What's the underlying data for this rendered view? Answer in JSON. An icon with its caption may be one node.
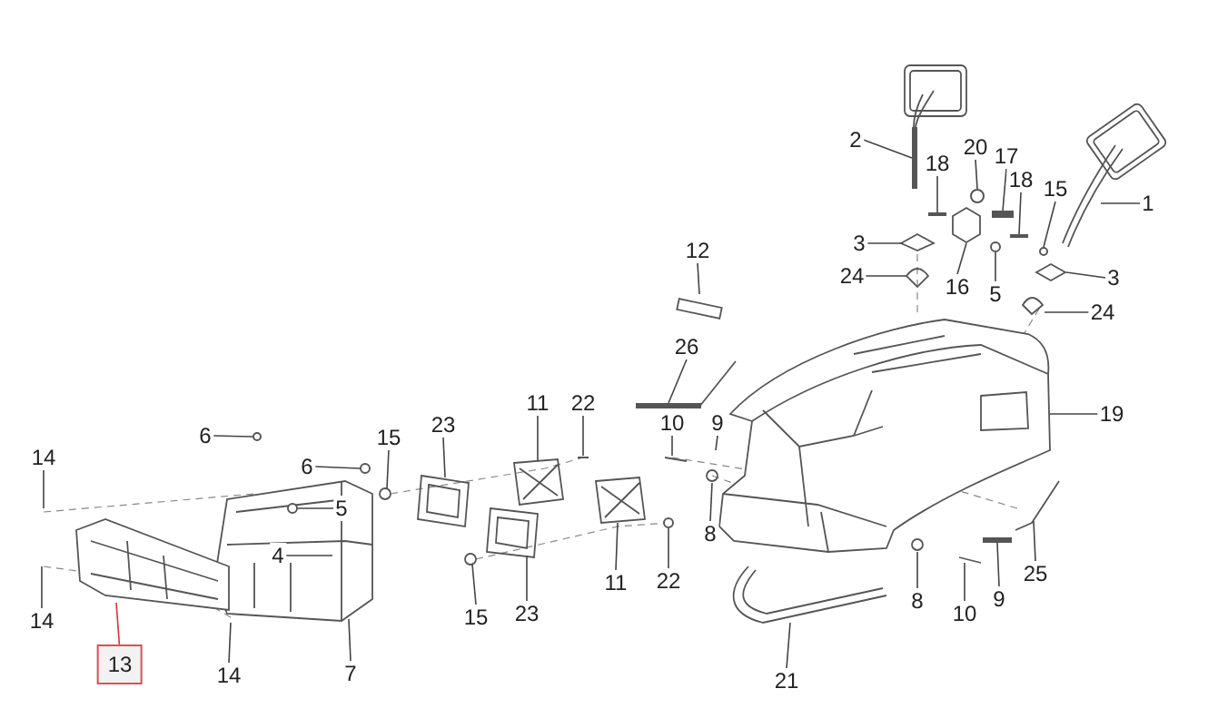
{
  "diagram": {
    "nodes": [
      {
        "text": [
          "2"
        ]
      },
      {
        "text": [
          "1"
        ]
      },
      {
        "text": [
          "20"
        ]
      },
      {
        "text": [
          "17"
        ]
      },
      {
        "text": [
          "18"
        ]
      },
      {
        "text": [
          "18"
        ]
      },
      {
        "text": [
          "15"
        ]
      },
      {
        "text": [
          "3"
        ]
      },
      {
        "text": [
          "16"
        ]
      },
      {
        "text": [
          "5"
        ]
      },
      {
        "text": [
          "3"
        ]
      },
      {
        "text": [
          "24"
        ]
      },
      {
        "text": [
          "24"
        ]
      },
      {
        "text": [
          "12"
        ]
      },
      {
        "text": [
          "26"
        ]
      },
      {
        "text": [
          "19"
        ]
      },
      {
        "text": [
          "10"
        ]
      },
      {
        "text": [
          "9"
        ]
      },
      {
        "text": [
          "8"
        ]
      },
      {
        "text": [
          "25"
        ]
      },
      {
        "text": [
          "8"
        ]
      },
      {
        "text": [
          "10"
        ]
      },
      {
        "text": [
          "9"
        ]
      },
      {
        "text": [
          "21"
        ]
      },
      {
        "text": [
          "11"
        ]
      },
      {
        "text": [
          "22"
        ]
      },
      {
        "text": [
          "23"
        ]
      },
      {
        "text": [
          "15"
        ]
      },
      {
        "text": [
          "15"
        ]
      },
      {
        "text": [
          "23"
        ]
      },
      {
        "text": [
          "11"
        ]
      },
      {
        "text": [
          "22"
        ]
      },
      {
        "text": [
          "6"
        ]
      },
      {
        "text": [
          "6"
        ]
      },
      {
        "text": [
          "5"
        ]
      },
      {
        "text": [
          "4"
        ]
      },
      {
        "text": [
          "7"
        ]
      },
      {
        "text": [
          "14"
        ]
      },
      {
        "text": [
          "14"
        ]
      },
      {
        "text": [
          "14"
        ]
      },
      {
        "text": [
          "13"
        ]
      },
      {
        "text": [],
        "shape": "bar"
      },
      {
        "text": [],
        "shape": "bar"
      },
      {
        "text": [],
        "shape": "diamond"
      },
      {
        "text": [],
        "shape": "bar"
      },
      {
        "text": [],
        "shape": "bar"
      },
      {
        "text": [],
        "shape": "circle"
      },
      {
        "text": [],
        "shape": "circle"
      },
      {
        "text": [],
        "shape": "circle"
      },
      {
        "text": [],
        "shape": "circle"
      },
      {
        "text": [],
        "shape": "bar"
      },
      {
        "text": [],
        "shape": "bar"
      },
      {
        "text": [],
        "shape": "circle"
      },
      {
        "text": [],
        "shape": "circle"
      },
      {
        "text": [],
        "shape": "hexagon"
      },
      {
        "text": [],
        "shape": "circle"
      }
    ],
    "edges": [
      {
        "from": 0,
        "to": 41,
        "arrow": "none"
      },
      {
        "from": 1,
        "to": null,
        "arrow": "none"
      },
      {
        "from": 2,
        "to": 49,
        "arrow": "none"
      },
      {
        "from": 3,
        "to": 42,
        "arrow": "none"
      },
      {
        "from": 4,
        "to": 50,
        "arrow": "none"
      },
      {
        "from": 5,
        "to": 51,
        "arrow": "none"
      },
      {
        "from": 6,
        "to": 52,
        "arrow": "none"
      },
      {
        "from": 7,
        "to": null,
        "arrow": "none"
      },
      {
        "from": 8,
        "to": 54,
        "arrow": "none"
      },
      {
        "from": 9,
        "to": 53,
        "arrow": "none"
      },
      {
        "from": 10,
        "to": 43,
        "arrow": "none"
      },
      {
        "from": 11,
        "to": null,
        "arrow": "none"
      },
      {
        "from": 12,
        "to": null,
        "arrow": "none"
      },
      {
        "from": 13,
        "to": null,
        "arrow": "none"
      },
      {
        "from": 14,
        "to": 44,
        "arrow": "none"
      },
      {
        "from": 15,
        "to": null,
        "arrow": "none"
      },
      {
        "from": 16,
        "to": null,
        "arrow": "none"
      },
      {
        "from": 17,
        "to": null,
        "arrow": "none"
      },
      {
        "from": 18,
        "to": null,
        "arrow": "none"
      },
      {
        "from": 19,
        "to": null,
        "arrow": "none"
      },
      {
        "from": 20,
        "to": null,
        "arrow": "none"
      },
      {
        "from": 21,
        "to": null,
        "arrow": "none"
      },
      {
        "from": 22,
        "to": 45,
        "arrow": "none"
      },
      {
        "from": 23,
        "to": null,
        "arrow": "none"
      },
      {
        "from": 24,
        "to": null,
        "arrow": "none"
      },
      {
        "from": 25,
        "to": null,
        "arrow": "none"
      },
      {
        "from": 26,
        "to": null,
        "arrow": "none"
      },
      {
        "from": 27,
        "to": null,
        "arrow": "none"
      },
      {
        "from": 28,
        "to": null,
        "arrow": "none"
      },
      {
        "from": 29,
        "to": null,
        "arrow": "none"
      },
      {
        "from": 30,
        "to": null,
        "arrow": "none"
      },
      {
        "from": 31,
        "to": 46,
        "arrow": "none"
      },
      {
        "from": 32,
        "to": 55,
        "arrow": "none"
      },
      {
        "from": 33,
        "to": 47,
        "arrow": "none"
      },
      {
        "from": 34,
        "to": 48,
        "arrow": "none"
      },
      {
        "from": 35,
        "to": null,
        "arrow": "none"
      },
      {
        "from": 36,
        "to": null,
        "arrow": "none"
      },
      {
        "from": 37,
        "to": null,
        "arrow": "none"
      },
      {
        "from": 38,
        "to": null,
        "arrow": "none"
      },
      {
        "from": 39,
        "to": null,
        "arrow": "none"
      },
      {
        "from": 40,
        "to": null,
        "arrow": "none",
        "color": "#e03030"
      }
    ]
  }
}
